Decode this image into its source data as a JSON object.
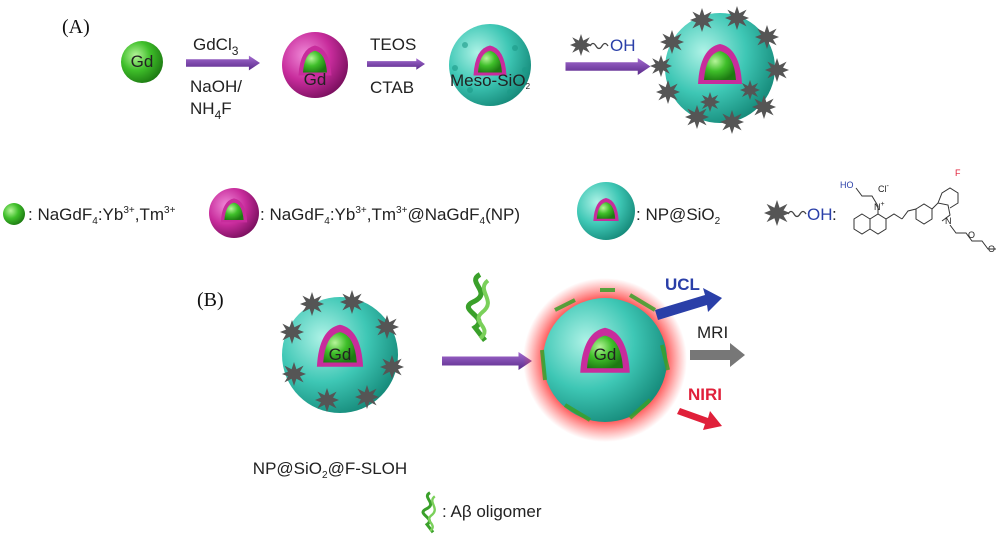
{
  "panel_a": {
    "label": "(A)",
    "core_label": "Gd",
    "step1": {
      "top": "GdCl",
      "top_sub": "3",
      "bottom1": "NaOH/",
      "bottom2_a": "NH",
      "bottom2_sub": "4",
      "bottom2_b": "F"
    },
    "shell_label": "Gd",
    "step2": {
      "top": "TEOS",
      "bottom": "CTAB"
    },
    "silica_label": "Meso-SiO",
    "silica_sub": "2",
    "step3": {
      "oh": "OH"
    }
  },
  "legend": {
    "item1": {
      "a": ": NaGdF",
      "sub": "4",
      "b": ":Yb",
      "sup1": "3+",
      "c": ",Tm",
      "sup2": "3+"
    },
    "item2": {
      "a": ": NaGdF",
      "sub": "4",
      "b": ":Yb",
      "sup1": "3+",
      "c": ",Tm",
      "sup2": "3+",
      "d": "@NaGdF",
      "sub2": "4",
      "e": "(NP)"
    },
    "item3": {
      "a": ": NP@SiO",
      "sub": "2"
    },
    "item4": {
      "oh": "OH",
      "colon": ":",
      "chem_ho": "HO",
      "chem_cl": "Cl",
      "chem_cl_sup": "-",
      "chem_n1": "N",
      "chem_plus": "+",
      "chem_n2": "N",
      "chem_f": "F",
      "chem_o1": "O",
      "chem_o2": "O"
    }
  },
  "panel_b": {
    "label": "(B)",
    "core_label": "Gd",
    "product_label": "Gd",
    "caption_a": "NP@SiO",
    "caption_sub": "2",
    "caption_b": "@F-SLOH",
    "outputs": [
      {
        "label": "UCL",
        "color": "#2a3fa8"
      },
      {
        "label": "MRI",
        "color": "#555555"
      },
      {
        "label": "NIRI",
        "color": "#e0203a"
      }
    ],
    "legend_label": ": Aβ  oligomer"
  },
  "colors": {
    "core": "#3fbf2a",
    "shell": "#c82c9c",
    "silica": "#3ec7b5",
    "arrow": "#7a3aa8",
    "star": "#555555"
  }
}
